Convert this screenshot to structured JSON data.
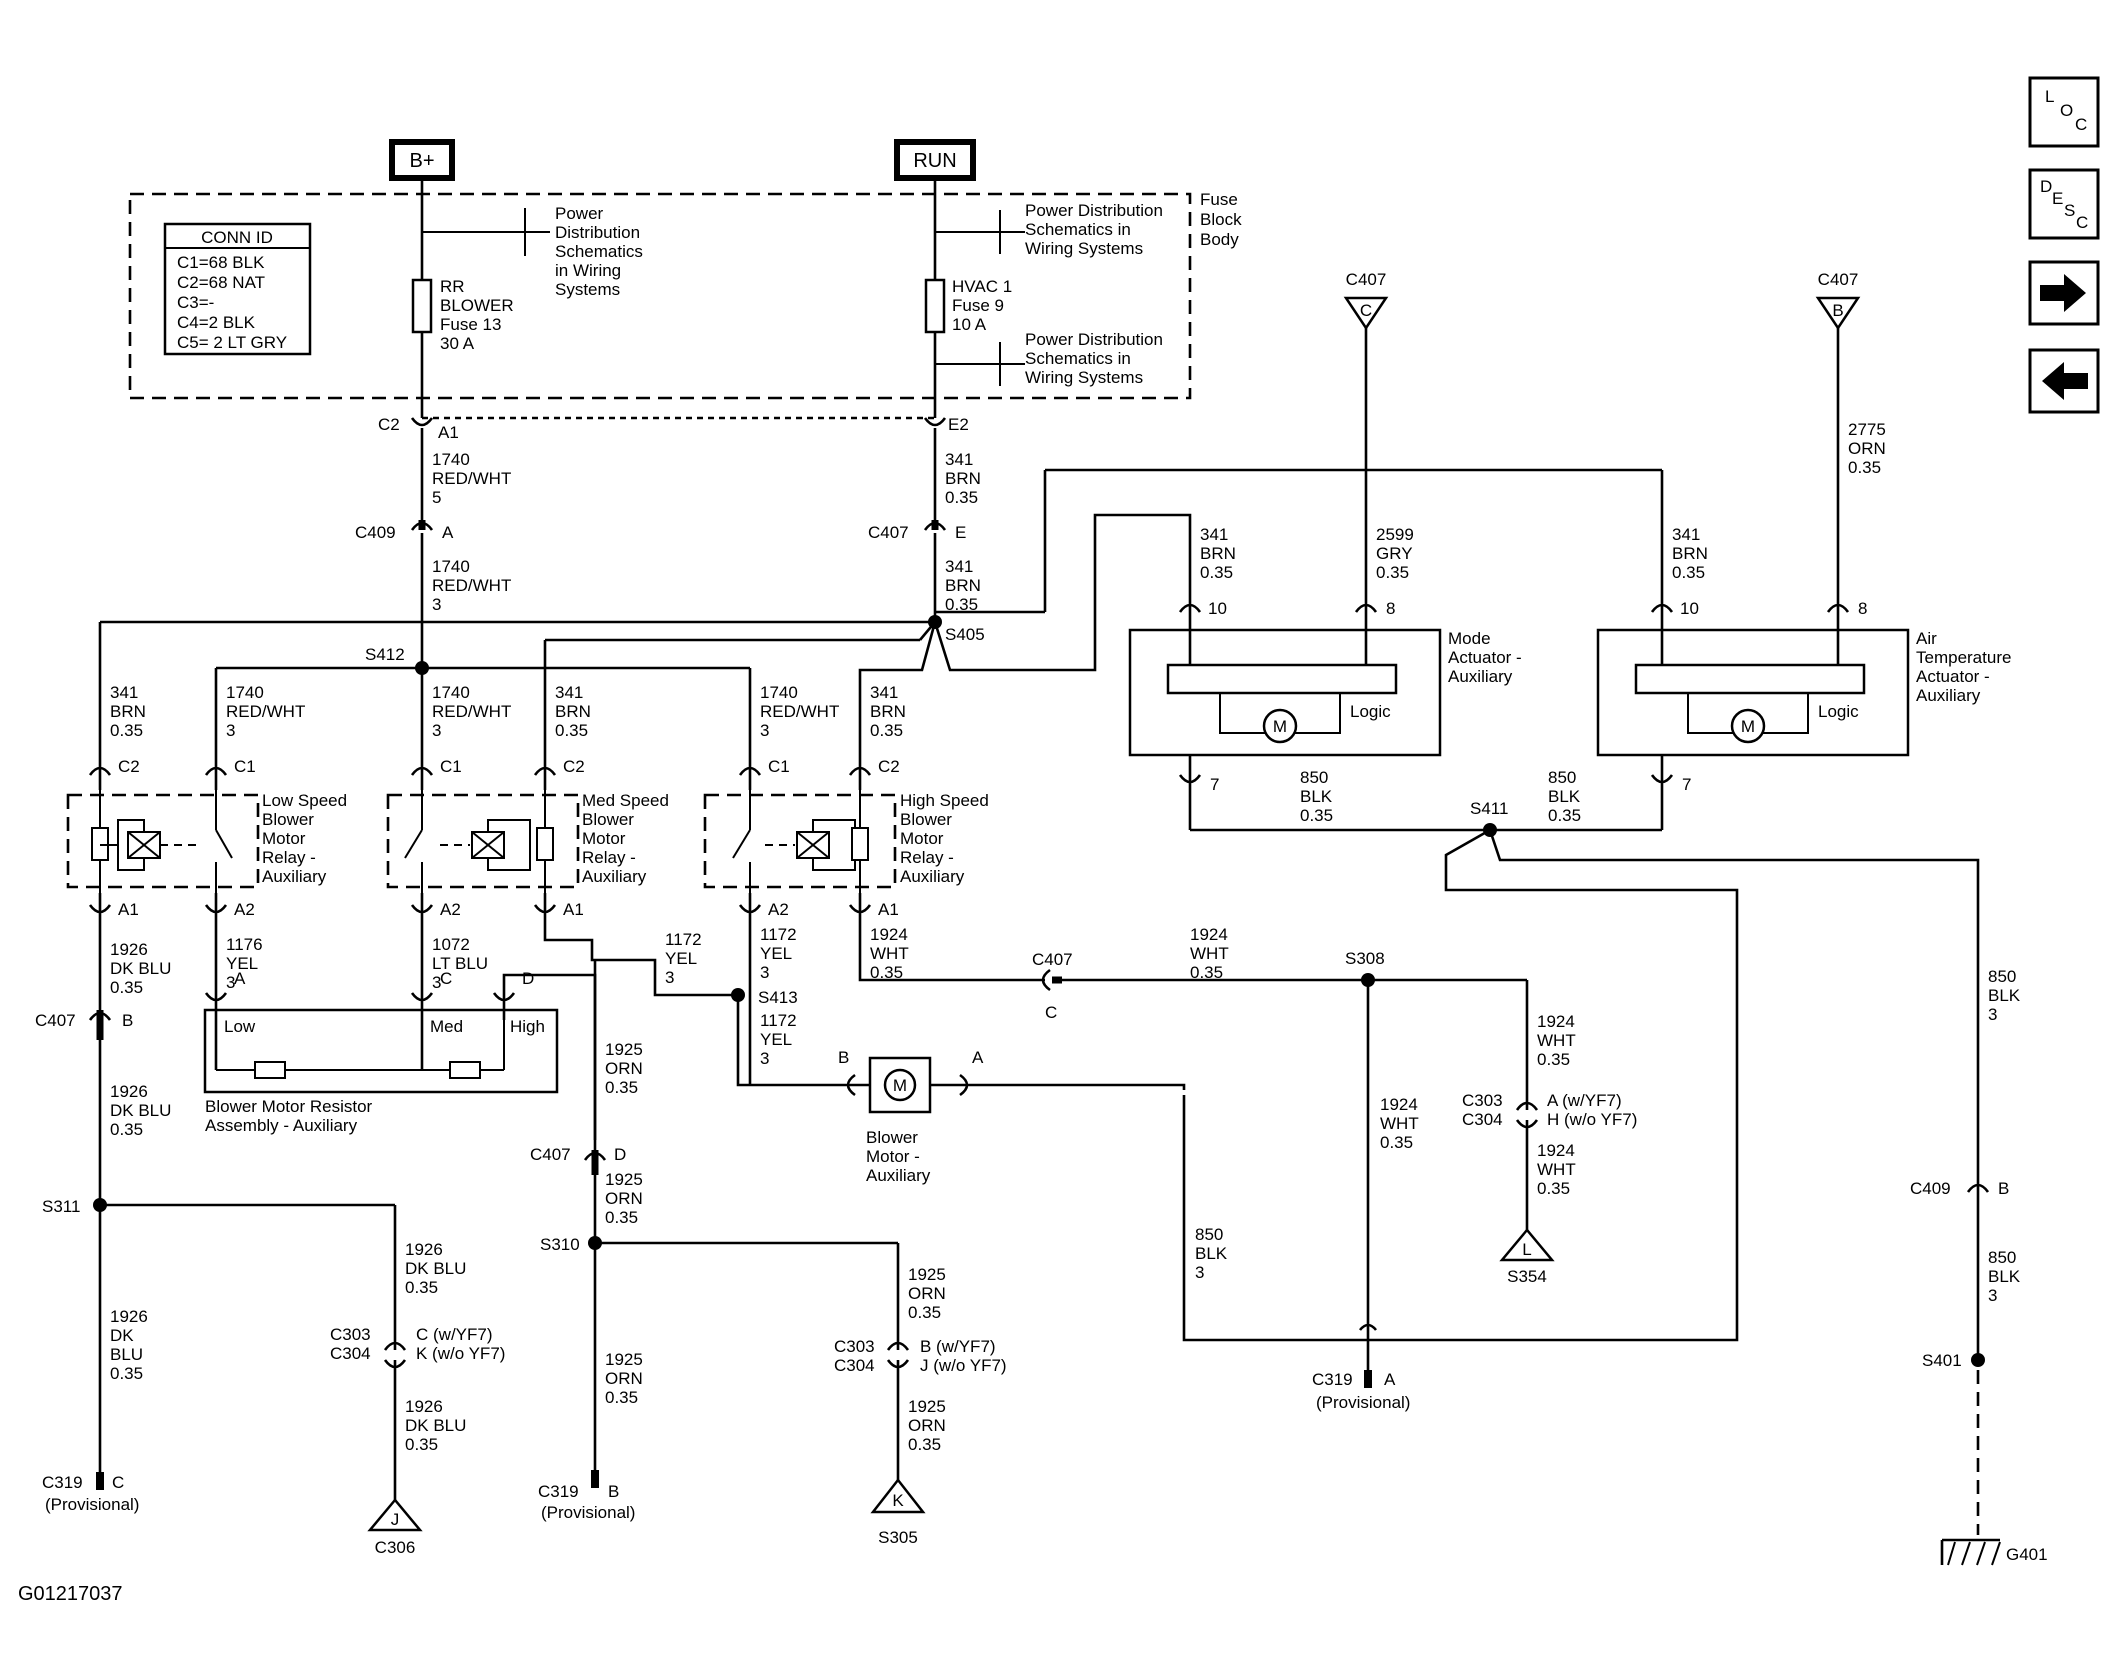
{
  "supplies": {
    "bplus": "B+",
    "run": "RUN"
  },
  "conn_id": {
    "title": "CONN ID",
    "lines": [
      "C1=68 BLK",
      "C2=68 NAT",
      "C3=-",
      "C4=2 BLK",
      "C5= 2 LT GRY"
    ]
  },
  "fuse_block": {
    "label": [
      "Fuse",
      "Block",
      "Body"
    ]
  },
  "pds_refs": {
    "a": [
      "Power",
      "Distribution",
      "Schematics",
      "in Wiring",
      "Systems"
    ],
    "b": [
      "Power Distribution",
      "Schematics in",
      "Wiring Systems"
    ],
    "c": [
      "Power Distribution",
      "Schematics in",
      "Wiring Systems"
    ]
  },
  "fuses": {
    "rr_blower": [
      "RR",
      "BLOWER",
      "Fuse 13",
      "30 A"
    ],
    "hvac1": [
      "HVAC 1",
      "Fuse 9",
      "10 A"
    ]
  },
  "connectors": {
    "c2_a1": {
      "conn": "C2",
      "pin": "A1"
    },
    "e2": "E2",
    "c409_a": {
      "conn": "C409",
      "pin": "A"
    },
    "c407_e": {
      "conn": "C407",
      "pin": "E"
    },
    "c407_b": {
      "conn": "C407",
      "pin": "B"
    },
    "c407_c": {
      "conn": "C407",
      "pin": "C"
    },
    "c407_d": {
      "conn": "C407",
      "pin": "D"
    },
    "c409_b": {
      "conn": "C409",
      "pin": "B"
    },
    "c303_304_a": {
      "conn": [
        "C303",
        "C304"
      ],
      "pin": [
        "A (w/YF7)",
        "H (w/o YF7)"
      ]
    },
    "c303_304_c": {
      "conn": [
        "C303",
        "C304"
      ],
      "pin": [
        "C (w/YF7)",
        "K (w/o YF7)"
      ]
    },
    "c303_304_b": {
      "conn": [
        "C303",
        "C304"
      ],
      "pin": [
        "B (w/YF7)",
        "J (w/o YF7)"
      ]
    },
    "c319_a": {
      "conn": "C319",
      "pin": "A",
      "note": "(Provisional)"
    },
    "c319_b": {
      "conn": "C319",
      "pin": "B",
      "note": "(Provisional)"
    },
    "c319_c": {
      "conn": "C319",
      "pin": "C",
      "note": "(Provisional)"
    },
    "res_a": "A",
    "res_c": "C",
    "res_d": "D",
    "mtr_a": "A",
    "mtr_b": "B",
    "pin10_mode": "10",
    "pin8_mode": "8",
    "pin7_mode": "7",
    "pin10_air": "10",
    "pin8_air": "8",
    "pin7_air": "7",
    "rel_c2": "C2",
    "rel_c1": "C1",
    "rel_a1": "A1",
    "rel_a2": "A2"
  },
  "offpage": {
    "c407_c": {
      "conn": "C407",
      "letter": "C"
    },
    "c407_b": {
      "conn": "C407",
      "letter": "B"
    },
    "l": {
      "letter": "L",
      "ref": "S354"
    },
    "j": {
      "letter": "J",
      "ref": "C306"
    },
    "k": {
      "letter": "K",
      "ref": "S305"
    }
  },
  "splices": {
    "s412": "S412",
    "s405": "S405",
    "s413": "S413",
    "s411": "S411",
    "s308": "S308",
    "s311": "S311",
    "s310": "S310",
    "s401": "S401"
  },
  "wires": {
    "w1740_5": [
      "1740",
      "RED/WHT",
      "5"
    ],
    "w341_e2": [
      "341",
      "BRN",
      "0.35"
    ],
    "w1740_3": [
      "1740",
      "RED/WHT",
      "3"
    ],
    "w341_c407": [
      "341",
      "BRN",
      "0.35"
    ],
    "w341_low": [
      "341",
      "BRN",
      "0.35"
    ],
    "w1740_low": [
      "1740",
      "RED/WHT",
      "3"
    ],
    "w1740_med": [
      "1740",
      "RED/WHT",
      "3"
    ],
    "w341_med": [
      "341",
      "BRN",
      "0.35"
    ],
    "w1740_high": [
      "1740",
      "RED/WHT",
      "3"
    ],
    "w341_high": [
      "341",
      "BRN",
      "0.35"
    ],
    "w341_mode": [
      "341",
      "BRN",
      "0.35"
    ],
    "w2599": [
      "2599",
      "GRY",
      "0.35"
    ],
    "w341_air": [
      "341",
      "BRN",
      "0.35"
    ],
    "w2775": [
      "2775",
      "ORN",
      "0.35"
    ],
    "w850_mode": [
      "850",
      "BLK",
      "0.35"
    ],
    "w850_air": [
      "850",
      "BLK",
      "0.35"
    ],
    "w1926_a": [
      "1926",
      "DK BLU",
      "0.35"
    ],
    "w1176": [
      "1176",
      "YEL",
      "3"
    ],
    "w1072": [
      "1072",
      "LT BLU",
      "3"
    ],
    "w1172_a": [
      "1172",
      "YEL",
      "3"
    ],
    "w1172_b": [
      "1172",
      "YEL",
      "3"
    ],
    "w1172_c": [
      "1172",
      "YEL",
      "3"
    ],
    "w1924_a": [
      "1924",
      "WHT",
      "0.35"
    ],
    "w1924_b": [
      "1924",
      "WHT",
      "0.35"
    ],
    "w1924_c": [
      "1924",
      "WHT",
      "0.35"
    ],
    "w1924_d": [
      "1924",
      "WHT",
      "0.35"
    ],
    "w1924_e": [
      "1924",
      "WHT",
      "0.35"
    ],
    "w1926_b": [
      "1926",
      "DK BLU",
      "0.35"
    ],
    "w1926_c": [
      "1926",
      "DK BLU",
      "0.35"
    ],
    "w1926_d": [
      "1926",
      "DK",
      "BLU",
      "0.35"
    ],
    "w1926_e": [
      "1926",
      "DK BLU",
      "0.35"
    ],
    "w1925_a": [
      "1925",
      "ORN",
      "0.35"
    ],
    "w1925_b": [
      "1925",
      "ORN",
      "0.35"
    ],
    "w1925_c": [
      "1925",
      "ORN",
      "0.35"
    ],
    "w1925_d": [
      "1925",
      "ORN",
      "0.35"
    ],
    "w1925_e": [
      "1925",
      "ORN",
      "0.35"
    ],
    "w850_c": [
      "850",
      "BLK",
      "3"
    ],
    "w850_d": [
      "850",
      "BLK",
      "3"
    ],
    "w850_e": [
      "850",
      "BLK",
      "3"
    ]
  },
  "components": {
    "low_relay": [
      "Low Speed",
      "Blower",
      "Motor",
      "Relay -",
      "Auxiliary"
    ],
    "med_relay": [
      "Med Speed",
      "Blower",
      "Motor",
      "Relay -",
      "Auxiliary"
    ],
    "high_relay": [
      "High Speed",
      "Blower",
      "Motor",
      "Relay -",
      "Auxiliary"
    ],
    "mode_act": [
      "Mode",
      "Actuator -",
      "Auxiliary"
    ],
    "air_act": [
      "Air",
      "Temperature",
      "Actuator -",
      "Auxiliary"
    ],
    "resistor": [
      "Blower Motor Resistor",
      "Assembly - Auxiliary"
    ],
    "res_low": "Low",
    "res_med": "Med",
    "res_high": "High",
    "motor": [
      "Blower",
      "Motor -",
      "Auxiliary"
    ],
    "motor_sym": "M",
    "logic": "Logic",
    "ground": "G401"
  },
  "nav": {
    "loc": [
      "L",
      "O",
      "C"
    ],
    "desc": [
      "D",
      "E",
      "S",
      "C"
    ],
    "next_icon": "arrow-right-icon",
    "prev_icon": "arrow-left-icon"
  },
  "figure_id": "G01217037"
}
